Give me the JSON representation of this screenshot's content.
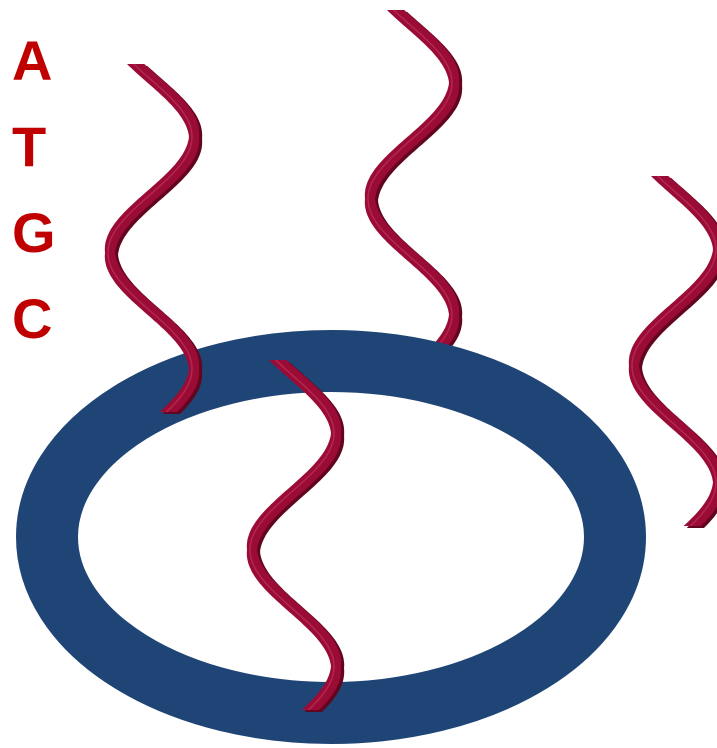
{
  "bases": [
    "A",
    "T",
    "G",
    "C"
  ],
  "colors": {
    "letters": "#c00000",
    "ring": "#1f4576",
    "strand": "#9a0b36",
    "strand_shadow": "#62051f",
    "background": "#ffffff"
  },
  "strand_count": 4
}
